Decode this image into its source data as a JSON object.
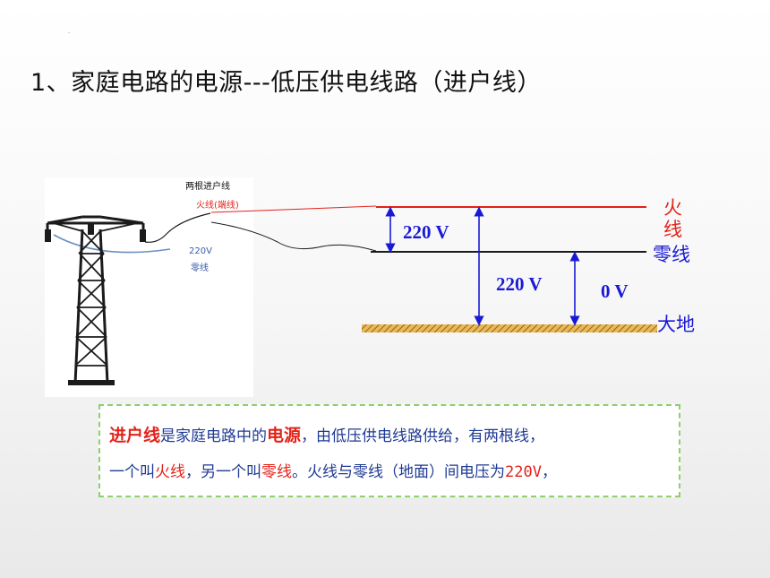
{
  "slide": {
    "dot": ".",
    "title": "1、家庭电路的电源---低压供电线路（进户线）"
  },
  "tower_figure": {
    "caption": "两根进户线",
    "live_label": "火线(端线)",
    "voltage_label": "220V",
    "neutral_label": "零线"
  },
  "voltage_diagram": {
    "live_wire": "火线",
    "neutral_wire": "零线",
    "ground": "大地",
    "v_live_neutral": "220 V",
    "v_live_ground": "220 V",
    "v_neutral_ground": "0 V"
  },
  "note": {
    "p1_a": "进户线",
    "p1_b": "是家庭电路中的",
    "p1_c": "电源",
    "p1_d": "，由低压供电线路供给，有两根线，",
    "p2_a": "一个叫",
    "p2_b": "火线",
    "p2_c": "，另一个叫",
    "p2_d": "零线",
    "p2_e": "。火线与零线（地面）间电压为",
    "p2_f": "220V",
    "p2_g": "，"
  },
  "colors": {
    "live": "#e2231a",
    "neutral": "#111111",
    "blue_text": "#1a1ad6",
    "arrow": "#1a1ad6",
    "ground_hatch": "#c8922e",
    "box_border": "#8fcf6d"
  }
}
